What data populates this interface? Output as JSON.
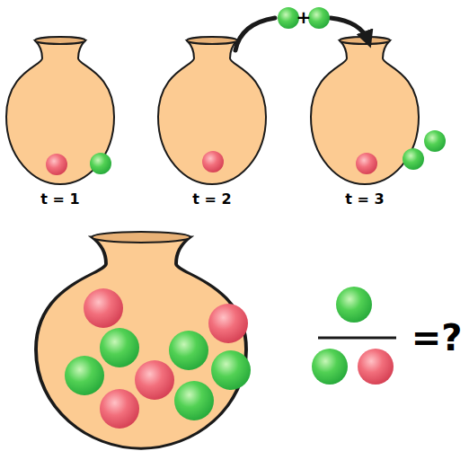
{
  "diagram": {
    "labels": [
      "t = 1",
      "t = 2",
      "t = 3",
      "+",
      "=?"
    ]
  }
}
